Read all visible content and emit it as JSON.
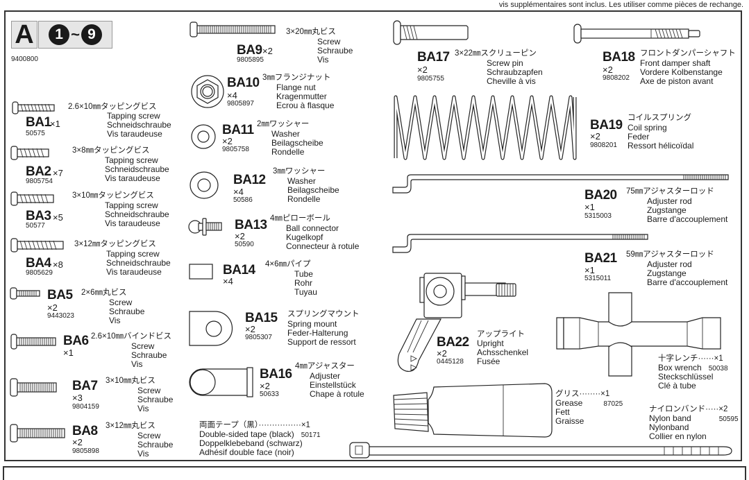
{
  "header_note": "vis supplémentaires sont inclus. Les utiliser comme pièces de rechange.",
  "bag": {
    "letter": "A",
    "step_from": "1",
    "tilde": "~",
    "step_to": "9",
    "part_number": "9400800"
  },
  "parts": [
    {
      "code": "BA1",
      "qty": "×1",
      "pn": "50575",
      "ja": "2.6×10㎜タッピングビス",
      "en": "Tapping screw",
      "de": "Schneidschraube",
      "fr": "Vis taraudeuse"
    },
    {
      "code": "BA2",
      "qty": "×7",
      "pn": "9805754",
      "ja": "3×8㎜タッピングビス",
      "en": "Tapping screw",
      "de": "Schneidschraube",
      "fr": "Vis taraudeuse"
    },
    {
      "code": "BA3",
      "qty": "×5",
      "pn": "50577",
      "ja": "3×10㎜タッピングビス",
      "en": "Tapping screw",
      "de": "Schneidschraube",
      "fr": "Vis taraudeuse"
    },
    {
      "code": "BA4",
      "qty": "×8",
      "pn": "9805629",
      "ja": "3×12㎜タッピングビス",
      "en": "Tapping screw",
      "de": "Schneidschraube",
      "fr": "Vis taraudeuse"
    },
    {
      "code": "BA5",
      "qty": "×2",
      "pn": "9443023",
      "ja": "2×6㎜丸ビス",
      "en": "Screw",
      "de": "Schraube",
      "fr": "Vis"
    },
    {
      "code": "BA6",
      "qty": "×1",
      "pn": "",
      "ja": "2.6×10㎜バインドビス",
      "en": "Screw",
      "de": "Schraube",
      "fr": "Vis"
    },
    {
      "code": "BA7",
      "qty": "×3",
      "pn": "9804159",
      "ja": "3×10㎜丸ビス",
      "en": "Screw",
      "de": "Schraube",
      "fr": "Vis"
    },
    {
      "code": "BA8",
      "qty": "×2",
      "pn": "9805898",
      "ja": "3×12㎜丸ビス",
      "en": "Screw",
      "de": "Schraube",
      "fr": "Vis"
    },
    {
      "code": "BA9",
      "qty": "×2",
      "pn": "9805895",
      "ja": "3×20㎜丸ビス",
      "en": "Screw",
      "de": "Schraube",
      "fr": "Vis"
    },
    {
      "code": "BA10",
      "qty": "×4",
      "pn": "9805897",
      "ja": "3㎜フランジナット",
      "en": "Flange nut",
      "de": "Kragenmutter",
      "fr": "Ecrou à flasque"
    },
    {
      "code": "BA11",
      "qty": "×2",
      "pn": "9805758",
      "ja": "2㎜ワッシャー",
      "en": "Washer",
      "de": "Beilagscheibe",
      "fr": "Rondelle"
    },
    {
      "code": "BA12",
      "qty": "×4",
      "pn": "50586",
      "ja": "3㎜ワッシャー",
      "en": "Washer",
      "de": "Beilagscheibe",
      "fr": "Rondelle"
    },
    {
      "code": "BA13",
      "qty": "×2",
      "pn": "50590",
      "ja": "4㎜ピローボール",
      "en": "Ball connector",
      "de": "Kugelkopf",
      "fr": "Connecteur à rotule"
    },
    {
      "code": "BA14",
      "qty": "×4",
      "pn": "",
      "ja": "4×6㎜パイプ",
      "en": "Tube",
      "de": "Rohr",
      "fr": "Tuyau"
    },
    {
      "code": "BA15",
      "qty": "×2",
      "pn": "9805307",
      "ja": "スプリングマウント",
      "en": "Spring mount",
      "de": "Feder-Halterung",
      "fr": "Support de ressort"
    },
    {
      "code": "BA16",
      "qty": "×2",
      "pn": "50633",
      "ja": "4㎜アジャスター",
      "en": "Adjuster",
      "de": "Einstellstück",
      "fr": "Chape à rotule"
    },
    {
      "code": "BA17",
      "qty": "×2",
      "pn": "9805755",
      "ja": "3×22㎜スクリューピン",
      "en": "Screw pin",
      "de": "Schraubzapfen",
      "fr": "Cheville à vis"
    },
    {
      "code": "BA18",
      "qty": "×2",
      "pn": "9808202",
      "ja": "フロントダンパーシャフト",
      "en": "Front damper shaft",
      "de": "Vordere Kolbenstange",
      "fr": "Axe de piston avant"
    },
    {
      "code": "BA19",
      "qty": "×2",
      "pn": "9808201",
      "ja": "コイルスプリング",
      "en": "Coil spring",
      "de": "Feder",
      "fr": "Ressort hélicoïdal"
    },
    {
      "code": "BA20",
      "qty": "×1",
      "pn": "5315003",
      "ja": "75㎜アジャスターロッド",
      "en": "Adjuster rod",
      "de": "Zugstange",
      "fr": "Barre d'accouplement"
    },
    {
      "code": "BA21",
      "qty": "×1",
      "pn": "5315011",
      "ja": "59㎜アジャスターロッド",
      "en": "Adjuster rod",
      "de": "Zugstange",
      "fr": "Barre d'accouplement"
    },
    {
      "code": "BA22",
      "qty": "×2",
      "pn": "0445128",
      "ja": "アップライト",
      "en": "Upright",
      "de": "Achsschenkel",
      "fr": "Fusée"
    }
  ],
  "extras": {
    "tape": {
      "ja": "両面テープ（黒）················×1",
      "en": "Double-sided tape (black)",
      "pn": "50171",
      "de": "Doppelklebeband (schwarz)",
      "fr": "Adhésif double face (noir)"
    },
    "wrench": {
      "ja": "十字レンチ······×1",
      "en": "Box wrench",
      "pn": "50038",
      "de": "Steckschlüssel",
      "fr": "Clé à tube"
    },
    "grease": {
      "ja": "グリス········×1",
      "en": "Grease",
      "pn": "87025",
      "de": "Fett",
      "fr": "Graisse"
    },
    "nylon": {
      "ja": "ナイロンバンド·····×2",
      "en": "Nylon band",
      "pn": "50595",
      "de": "Nylonband",
      "fr": "Collier en nylon"
    }
  }
}
